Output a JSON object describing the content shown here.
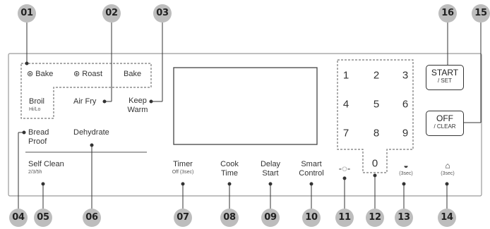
{
  "badges": [
    "01",
    "02",
    "03",
    "16",
    "15",
    "04",
    "05",
    "06",
    "07",
    "08",
    "09",
    "10",
    "11",
    "12",
    "13",
    "14"
  ],
  "panel": {
    "mode_row": {
      "conv_bake": "Bake",
      "conv_roast": "Roast",
      "bake": "Bake"
    },
    "broil": {
      "label": "Broil",
      "sub": "Hi/Lo"
    },
    "air_fry": "Air Fry",
    "keep_warm": {
      "line1": "Keep",
      "line2": "Warm"
    },
    "bread_proof": {
      "line1": "Bread",
      "line2": "Proof"
    },
    "dehydrate": "Dehydrate",
    "self_clean": {
      "label": "Self Clean",
      "sub": "2/3/5h"
    },
    "timer": {
      "label": "Timer",
      "sub": "Off (3sec)"
    },
    "cook_time": {
      "line1": "Cook",
      "line2": "Time"
    },
    "delay_start": {
      "line1": "Delay",
      "line2": "Start"
    },
    "smart_control": {
      "line1": "Smart",
      "line2": "Control"
    },
    "keypad": [
      "1",
      "2",
      "3",
      "4",
      "5",
      "6",
      "7",
      "8",
      "9",
      "0"
    ],
    "start_set": {
      "line1": "START",
      "line2": "/ SET"
    },
    "off_clear": {
      "line1": "OFF",
      "line2": "/ CLEAR"
    },
    "wifi_sub": "(3sec)",
    "lock_sub": "(3sec)",
    "fan_icon": "fan-icon",
    "light_icon": "light-icon",
    "wifi_icon": "wifi-icon",
    "lock_icon": "lock-icon"
  }
}
